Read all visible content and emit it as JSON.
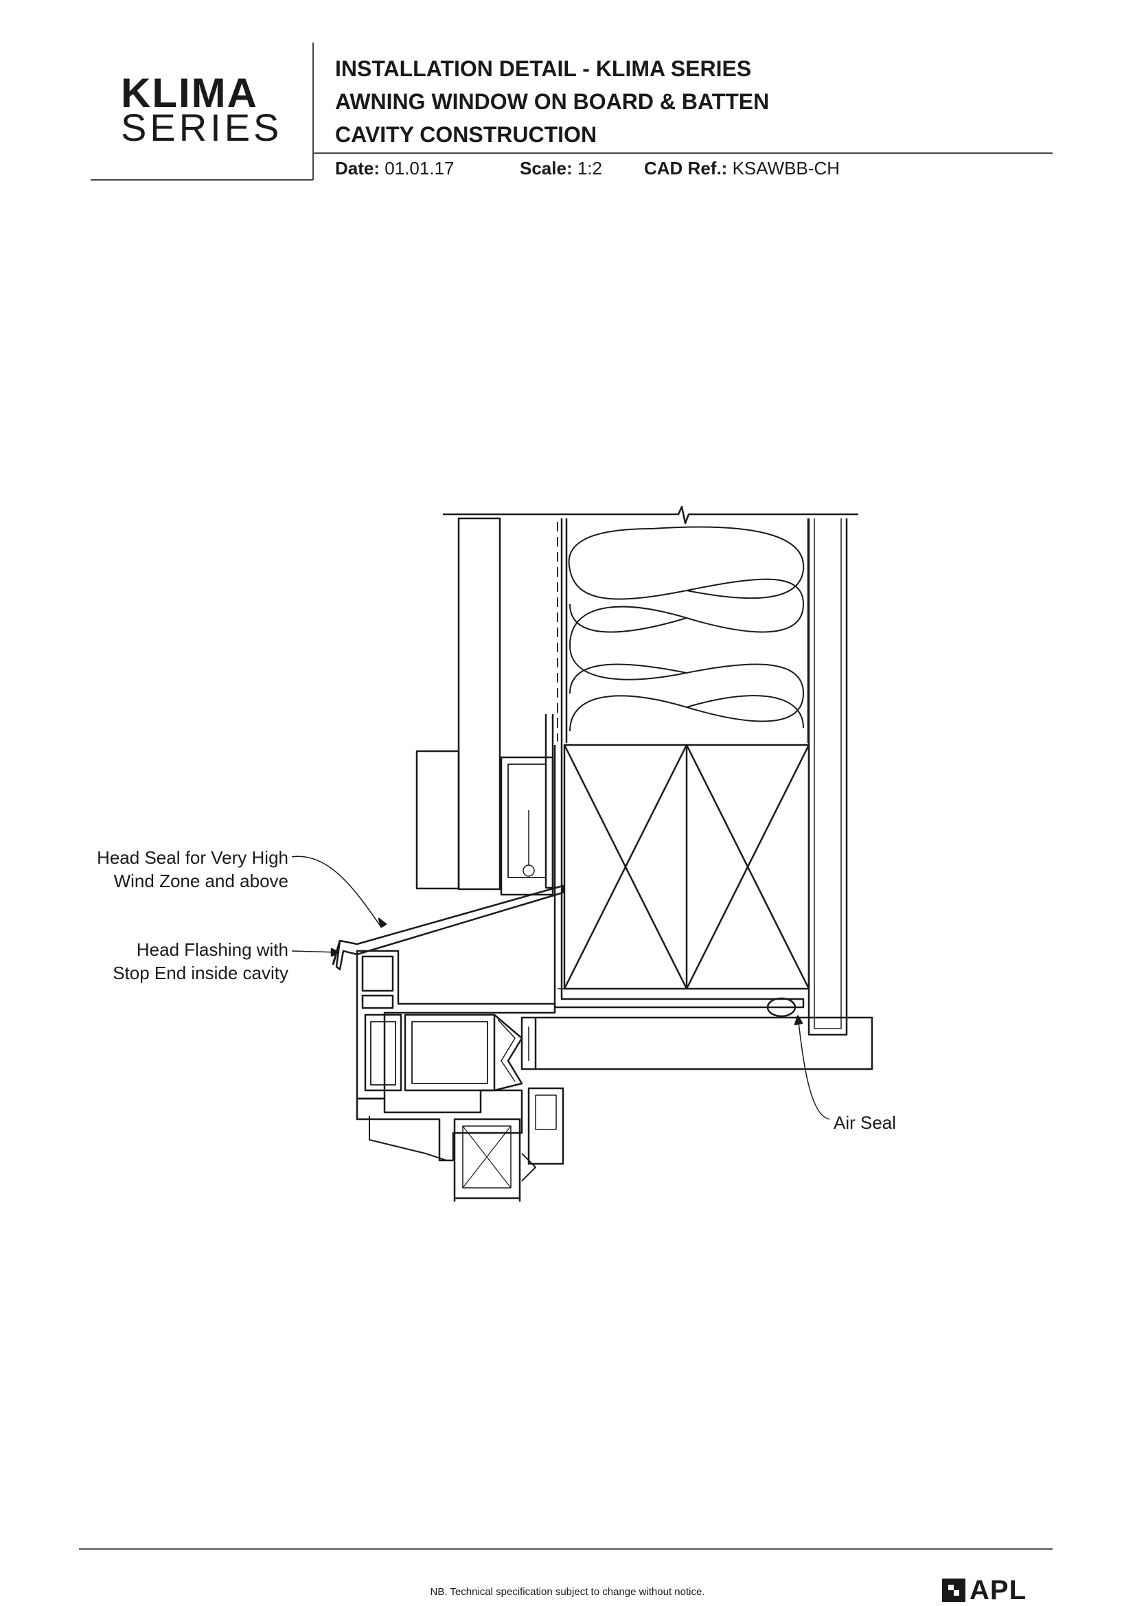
{
  "logo": {
    "line1": "KLIMA",
    "line2": "SERIES"
  },
  "title": {
    "line1": "INSTALLATION DETAIL - KLIMA SERIES",
    "line2": "AWNING WINDOW ON BOARD & BATTEN",
    "line3": "CAVITY CONSTRUCTION"
  },
  "meta": {
    "date_label": "Date:",
    "date_value": "01.01.17",
    "scale_label": "Scale:",
    "scale_value": "1:2",
    "cad_label": "CAD Ref.:",
    "cad_value": "KSAWBB-CH"
  },
  "callouts": {
    "head_seal": [
      "Head Seal for Very High",
      "Wind Zone and above"
    ],
    "head_flashing": [
      "Head Flashing with",
      "Stop End inside cavity"
    ],
    "air_seal": "Air Seal"
  },
  "footer": {
    "note": "NB. Technical specification subject to change without notice.",
    "brand": "APL"
  }
}
